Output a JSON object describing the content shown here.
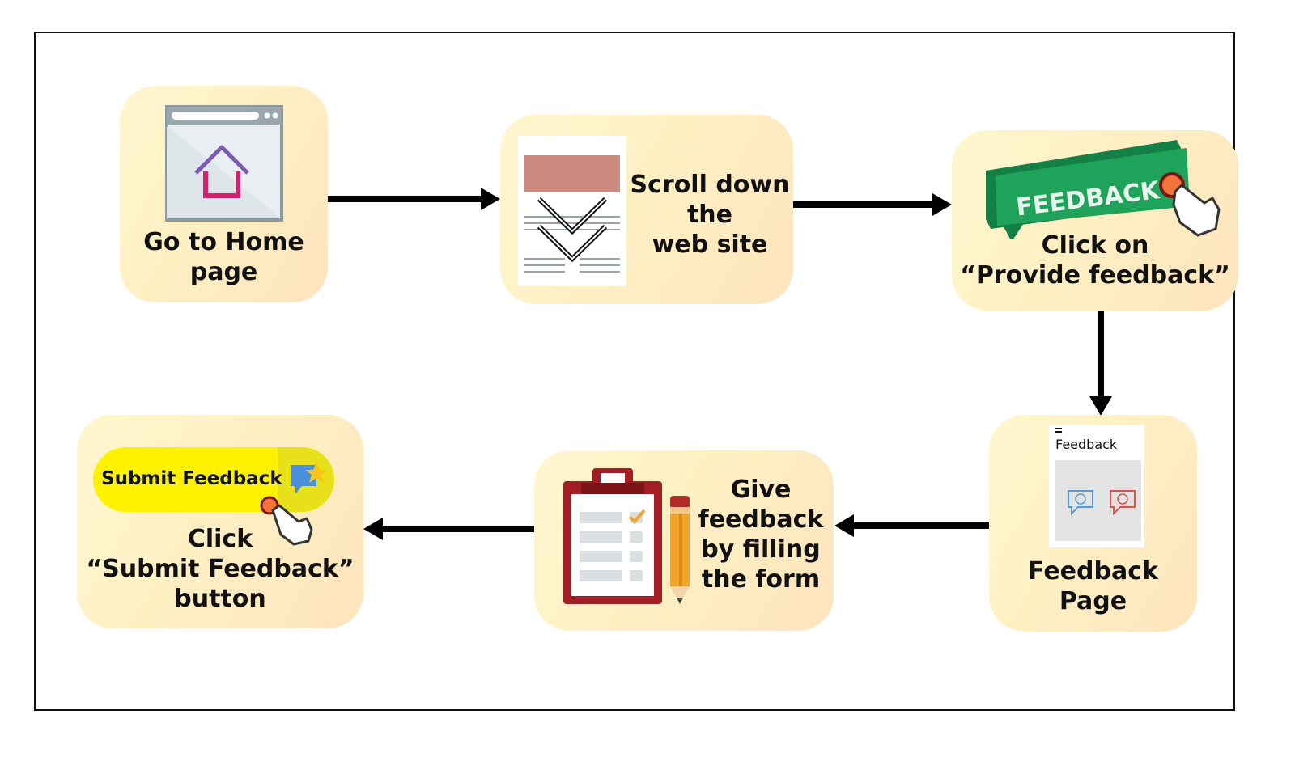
{
  "steps": [
    {
      "id": "home",
      "label": "Go to Home\npage",
      "icon": "browser-home-icon"
    },
    {
      "id": "scroll",
      "label": "Scroll down\nthe\nweb site",
      "icon": "scroll-down-page-icon"
    },
    {
      "id": "click-feedback",
      "label": "Click on\n“Provide feedback”",
      "icon": "feedback-button-hand-icon",
      "badge_text": "FEEDBACK"
    },
    {
      "id": "feedback-page",
      "label": "Feedback\nPage",
      "icon": "feedback-page-thumbnail",
      "page_title": "Feedback"
    },
    {
      "id": "fill-form",
      "label": "Give\nfeedback\nby filling\nthe form",
      "icon": "clipboard-pencil-icon"
    },
    {
      "id": "submit",
      "label": "Click\n“Submit Feedback”\nbutton",
      "icon": "submit-button-hand-icon",
      "button_text": "Submit Feedback"
    }
  ],
  "colors": {
    "box_light": "#fff7cf",
    "box_dark": "#fde4bd",
    "feedback_green": "#1fa35a",
    "submit_yellow": "#fff200",
    "clipboard_red": "#a31d24",
    "house_purple": "#7c5bb5",
    "house_pink": "#d6206f",
    "arrow": "#000000"
  }
}
